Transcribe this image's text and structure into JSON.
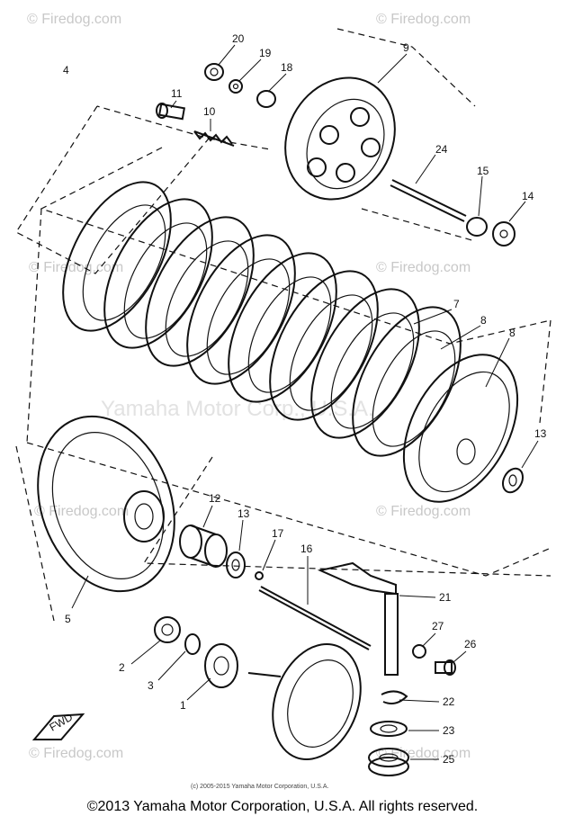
{
  "watermarks": [
    {
      "id": "tl",
      "text": "© Firedog.com"
    },
    {
      "id": "tr",
      "text": "© Firedog.com"
    },
    {
      "id": "ml",
      "text": "© Firedog.com"
    },
    {
      "id": "mr",
      "text": "© Firedog.com"
    },
    {
      "id": "ll",
      "text": "© Firedog.com"
    },
    {
      "id": "lr",
      "text": "© Firedog.com"
    },
    {
      "id": "bl",
      "text": "© Firedog.com"
    },
    {
      "id": "br",
      "text": "© Firedog.com"
    }
  ],
  "center_watermark": "Yamaha Motor Corp., U.S.A.",
  "fine_print": "(c) 2005-2015 Yamaha Motor Corporation, U.S.A.",
  "fwd_label": "FWD",
  "part_labels": [
    {
      "id": "p20",
      "text": "20"
    },
    {
      "id": "p19",
      "text": "19"
    },
    {
      "id": "p18",
      "text": "18"
    },
    {
      "id": "p9",
      "text": "9"
    },
    {
      "id": "p4",
      "text": "4"
    },
    {
      "id": "p11",
      "text": "11"
    },
    {
      "id": "p10",
      "text": "10"
    },
    {
      "id": "p24",
      "text": "24"
    },
    {
      "id": "p15",
      "text": "15"
    },
    {
      "id": "p14",
      "text": "14"
    },
    {
      "id": "p7",
      "text": "7"
    },
    {
      "id": "p8a",
      "text": "8"
    },
    {
      "id": "p8b",
      "text": "8"
    },
    {
      "id": "p13a",
      "text": "13"
    },
    {
      "id": "p12",
      "text": "12"
    },
    {
      "id": "p13b",
      "text": "13"
    },
    {
      "id": "p17",
      "text": "17"
    },
    {
      "id": "p16",
      "text": "16"
    },
    {
      "id": "p5",
      "text": "5"
    },
    {
      "id": "p21",
      "text": "21"
    },
    {
      "id": "p27",
      "text": "27"
    },
    {
      "id": "p26",
      "text": "26"
    },
    {
      "id": "p2",
      "text": "2"
    },
    {
      "id": "p3",
      "text": "3"
    },
    {
      "id": "p1",
      "text": "1"
    },
    {
      "id": "p22",
      "text": "22"
    },
    {
      "id": "p23",
      "text": "23"
    },
    {
      "id": "p25",
      "text": "25"
    }
  ],
  "footer": "©2013 Yamaha Motor Corporation, U.S.A. All rights reserved."
}
